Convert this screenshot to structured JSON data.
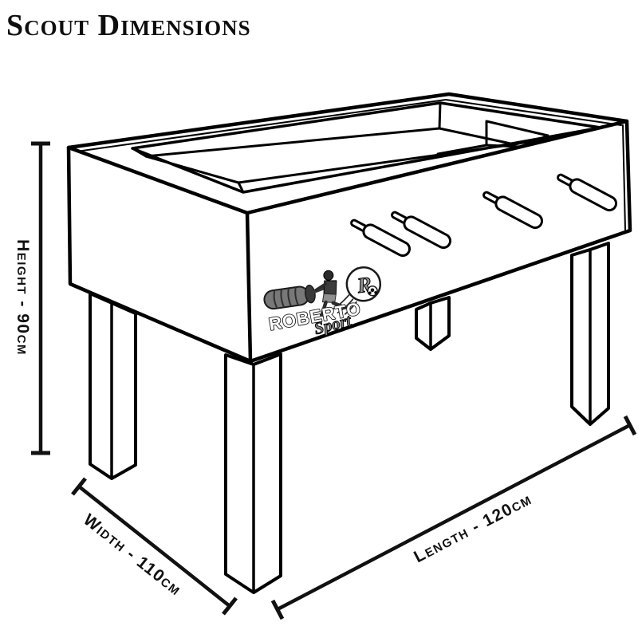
{
  "page": {
    "background_color": "#ffffff",
    "ink_color": "#000000"
  },
  "title": {
    "text": "Scout Dimensions"
  },
  "illustration": {
    "subject": "foosball table isometric line drawing",
    "handle_count": 4,
    "leg_count": 4,
    "features": [
      "recessed playfield",
      "goal box at right end",
      "four rod handles on front side",
      "brand logo on front panel"
    ]
  },
  "logo": {
    "brand": "ROBERTO",
    "script": "Sport",
    "badge_letter": "R",
    "badge_detail": "soccer-ball"
  },
  "dimensions": {
    "height": {
      "label": "Height - 90cm",
      "value_cm": 90
    },
    "width": {
      "label": "Width - 110cm",
      "value_cm": 110
    },
    "length": {
      "label": "Length - 120cm",
      "value_cm": 120
    }
  }
}
